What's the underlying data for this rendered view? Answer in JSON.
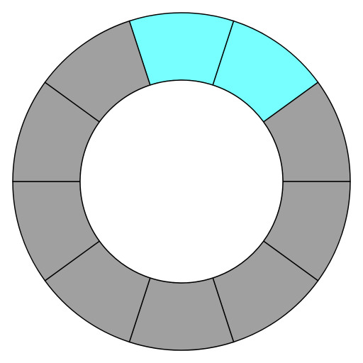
{
  "ring": {
    "segment_count": 10,
    "start_angle_deg": -108,
    "selected_indices": [
      0,
      1
    ],
    "segments": [
      {
        "id": 1,
        "state": "selected"
      },
      {
        "id": 2,
        "state": "selected"
      },
      {
        "id": 3,
        "state": "idle"
      },
      {
        "id": 4,
        "state": "idle"
      },
      {
        "id": 5,
        "state": "idle"
      },
      {
        "id": 6,
        "state": "idle"
      },
      {
        "id": 7,
        "state": "idle"
      },
      {
        "id": 8,
        "state": "idle"
      },
      {
        "id": 9,
        "state": "idle"
      },
      {
        "id": 10,
        "state": "idle"
      }
    ]
  },
  "colors": {
    "selected": "#77ffff",
    "idle": "#a0a0a0",
    "outline": "#000000",
    "center": "#ffffff",
    "background": "#ffffff"
  }
}
